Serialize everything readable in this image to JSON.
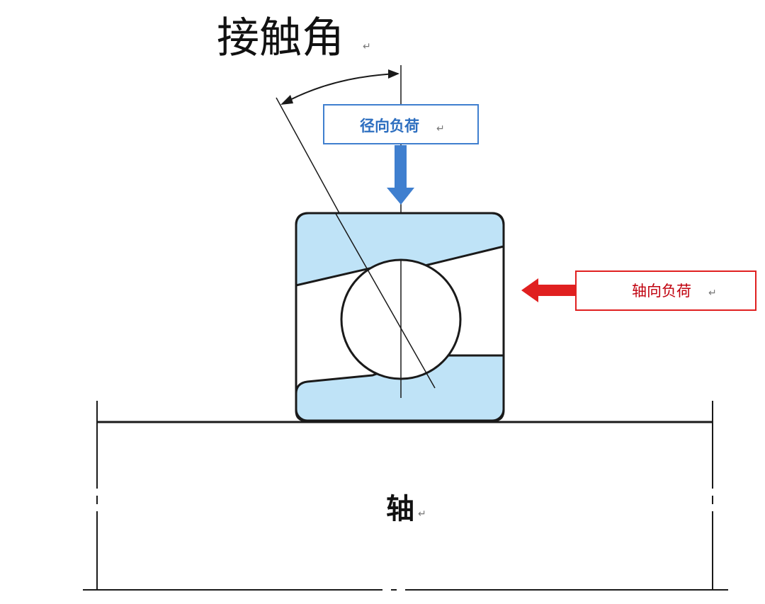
{
  "title": {
    "text": "接触角",
    "mark": "↵"
  },
  "radial_load": {
    "label": "径向负荷",
    "mark": "↵"
  },
  "axial_load": {
    "label": "轴向负荷",
    "mark": "↵"
  },
  "shaft": {
    "label": "轴",
    "mark": "↵"
  },
  "colors": {
    "ring_fill": "#bfe3f7",
    "outline": "#1a1a1a",
    "radial_accent": "#3f7fcf",
    "axial_accent": "#e02020"
  }
}
